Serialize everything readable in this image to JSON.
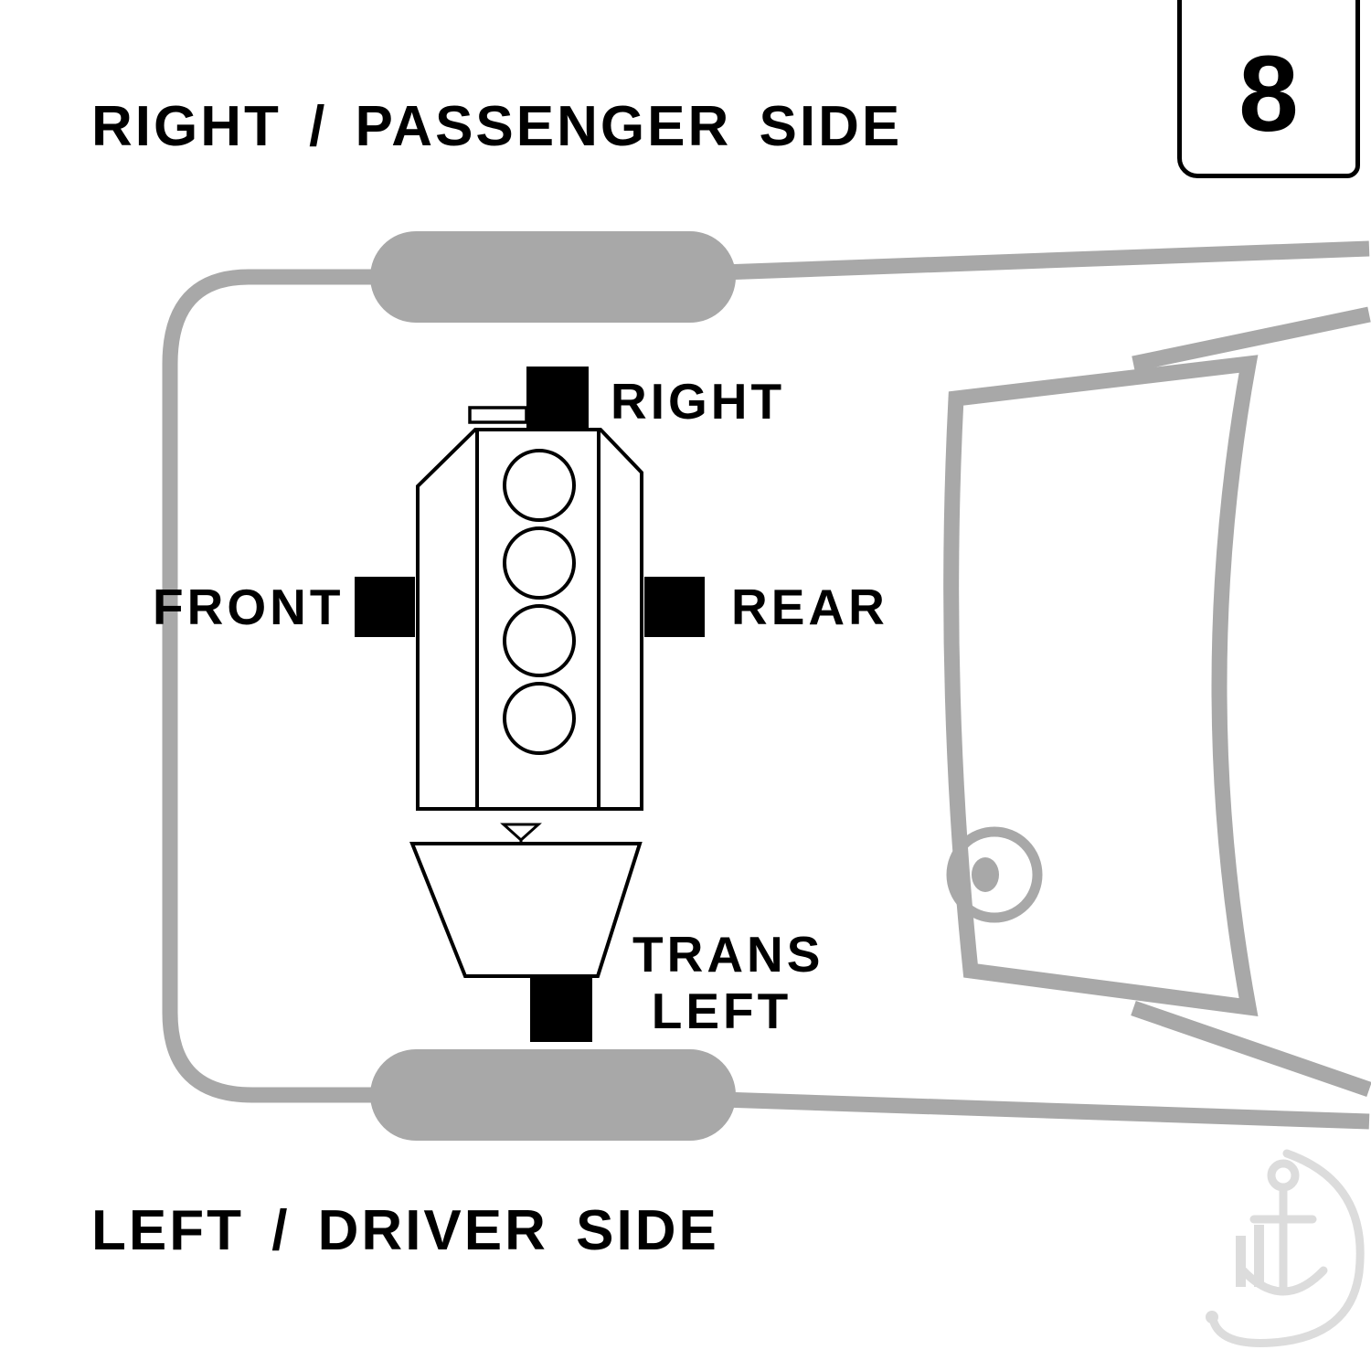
{
  "orientation_labels": {
    "top": "RIGHT / PASSENGER SIDE",
    "bottom": "LEFT / DRIVER SIDE"
  },
  "page": {
    "number": "8"
  },
  "mount_labels": {
    "right": "RIGHT",
    "front": "FRONT",
    "rear": "REAR",
    "trans_line1": "TRANS",
    "trans_line2": "LEFT"
  },
  "diagram": {
    "description": "Top view engine and transmission mount location diagram on car outline",
    "cylinder_count": 4
  },
  "colors": {
    "background": "#ffffff",
    "car_outline": "#a8a8a8",
    "diagram_line": "#000000",
    "mount_fill": "#000000",
    "watermark": "#dcdcdc"
  }
}
